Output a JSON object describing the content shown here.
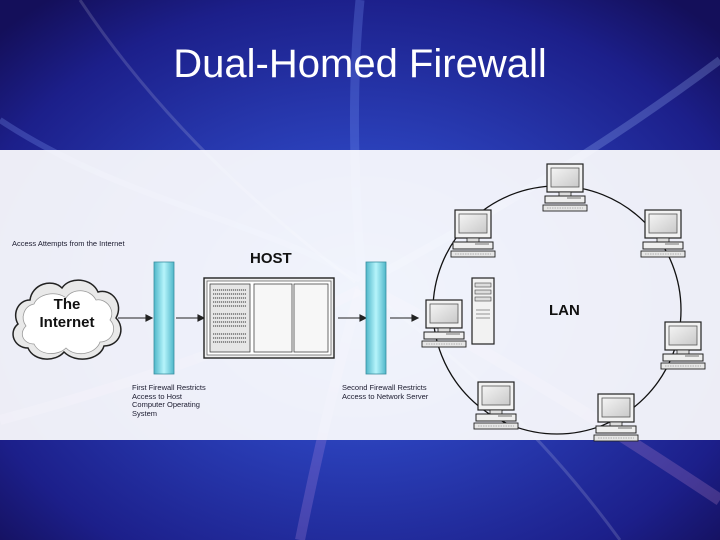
{
  "slide": {
    "title": "Dual-Homed Firewall",
    "captions": {
      "internet_access": "Access Attempts from the Internet",
      "first_firewall": "First Firewall Restricts\nAccess to Host\nComputer Operating\nSystem",
      "second_firewall": "Second Firewall Restricts\nAccess to Network Server"
    },
    "nodes": {
      "internet": "The\nInternet",
      "host": "HOST",
      "lan": "LAN"
    },
    "colors": {
      "background": "#2a2fa8",
      "firewall": "#7fe0ec",
      "diagram_bg": "#ffffff"
    },
    "icons": [
      "cloud-icon",
      "firewall-icon",
      "host-computer-icon",
      "server-tower-icon",
      "workstation-icon"
    ]
  }
}
